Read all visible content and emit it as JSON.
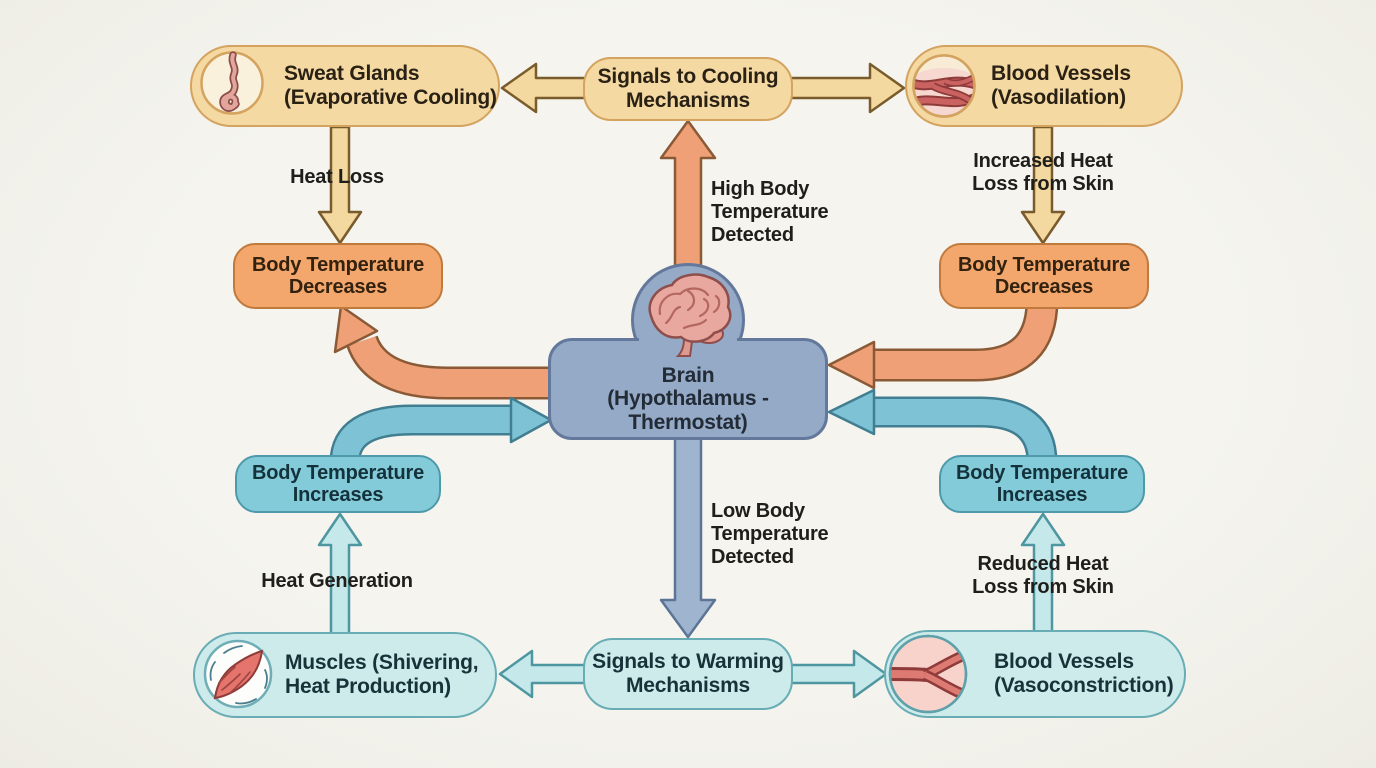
{
  "diagram": {
    "type": "flowchart",
    "topic": "Body temperature regulation feedback loops (thermoregulation)"
  },
  "nodes": {
    "sweat_glands": {
      "line1": "Sweat Glands",
      "line2": "(Evaporative Cooling)",
      "icon": "sweat-gland-icon"
    },
    "signals_cooling": {
      "line1": "Signals to Cooling",
      "line2": "Mechanisms"
    },
    "blood_vessels_dilation": {
      "line1": "Blood Vessels",
      "line2": "(Vasodilation)",
      "icon": "blood-vessels-dilated-icon"
    },
    "body_temp_decreases_left": {
      "line1": "Body Temperature",
      "line2": "Decreases"
    },
    "body_temp_decreases_right": {
      "line1": "Body Temperature",
      "line2": "Decreases"
    },
    "brain": {
      "line1": "Brain",
      "line2": "(Hypothalamus -",
      "line3": "Thermostat)",
      "icon": "brain-icon"
    },
    "body_temp_increases_left": {
      "line1": "Body Temperature",
      "line2": "Increases"
    },
    "body_temp_increases_right": {
      "line1": "Body Temperature",
      "line2": "Increases"
    },
    "muscles": {
      "line1": "Muscles (Shivering,",
      "line2": "Heat Production)",
      "icon": "muscle-icon"
    },
    "signals_warming": {
      "line1": "Signals to Warming",
      "line2": "Mechanisms"
    },
    "blood_vessels_constriction": {
      "line1": "Blood Vessels",
      "line2": "(Vasoconstriction)",
      "icon": "blood-vessels-constricted-icon"
    }
  },
  "labels": {
    "heat_loss": "Heat Loss",
    "high_body_temp": {
      "line1": "High Body",
      "line2": "Temperature",
      "line3": "Detected"
    },
    "increased_heat_loss": {
      "line1": "Increased Heat",
      "line2": "Loss from Skin"
    },
    "low_body_temp": {
      "line1": "Low Body",
      "line2": "Temperature",
      "line3": "Detected"
    },
    "heat_generation": "Heat Generation",
    "reduced_heat_loss": {
      "line1": "Reduced Heat",
      "line2": "Loss from Skin"
    }
  },
  "colors": {
    "background": "#f3f2ed",
    "warm_box_fill": "#f5d9a2",
    "warm_box_border": "#d3a35f",
    "orange_box_fill": "#f4a76d",
    "orange_box_border": "#c07a3e",
    "orange_arrow": "#efa077",
    "brain_box_fill": "#95aac7",
    "brain_box_border": "#64789b",
    "brain_arrow": "#9fb4cf",
    "teal_box_fill": "#84cbd9",
    "teal_box_border": "#4e9aab",
    "blue_arrow": "#7ec3d5",
    "cool_box_fill": "#cdebeb",
    "cool_box_border": "#68acb4",
    "cyan_arrow": "#c5e9ea",
    "text": "#26221c"
  }
}
